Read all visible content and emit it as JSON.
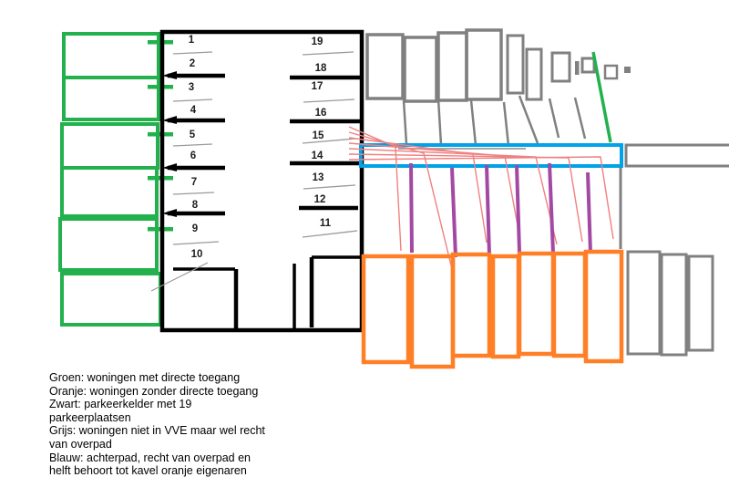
{
  "colors": {
    "green": "#22B14C",
    "orange": "#FF7F27",
    "black": "#000000",
    "gray": "#808080",
    "divider": "#9A9A9A",
    "blue": "#00A2E8",
    "purple": "#A349A4",
    "red": "#F08080"
  },
  "parking": {
    "left_numbers": [
      "1",
      "2",
      "3",
      "4",
      "5",
      "6",
      "7",
      "8",
      "9",
      "10"
    ],
    "right_numbers": [
      "19",
      "18",
      "17",
      "16",
      "15",
      "14",
      "13",
      "12",
      "11"
    ]
  },
  "legend": {
    "lines": [
      "Groen: woningen met directe toegang",
      "Oranje: woningen zonder directe toegang",
      "Zwart: parkeerkelder met 19",
      "parkeerplaatsen",
      "Grijs: woningen niet in VVE maar wel recht",
      "van overpad",
      "Blauw: achterpad, recht van overpad en",
      "helft behoort tot kavel oranje eigenaren"
    ]
  }
}
